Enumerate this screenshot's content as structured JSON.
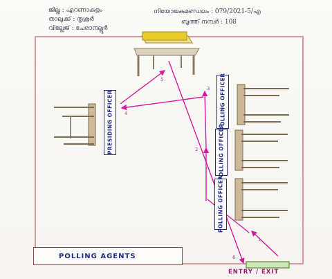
{
  "header": {
    "district_line": "ജില്ല : എറണാകുളം",
    "taluk_line": "താലൂക്ക് : തൃശൂർ",
    "village_line": "വില്ലേജ് : ചേരാനല്ലൂർ",
    "constituency_line": "നിയോജകമണ്ഡലം : 079/2021-5/എ",
    "booth_line": "ബൂത്ത് നമ്പർ : 108"
  },
  "labels": {
    "presiding_officer": "PRESIDING OFFICER",
    "polling_officer_1": "POLLING OFFICER",
    "polling_officer_2": "POLLING OFFICER",
    "polling_officer_3": "POLLING OFFICER",
    "polling_agents": "POLLING AGENTS",
    "entry_exit": "ENTRY / EXIT"
  },
  "steps": {
    "s1": "1",
    "s2": "2",
    "s3": "3",
    "s4": "4",
    "s5": "5",
    "s6": "6"
  },
  "colors": {
    "arrow": "#d21ca0",
    "wall": "#d49a9a",
    "label_text": "#1f2a8a",
    "table_top": "#e7cc2a",
    "wood": "#c9b79a"
  }
}
